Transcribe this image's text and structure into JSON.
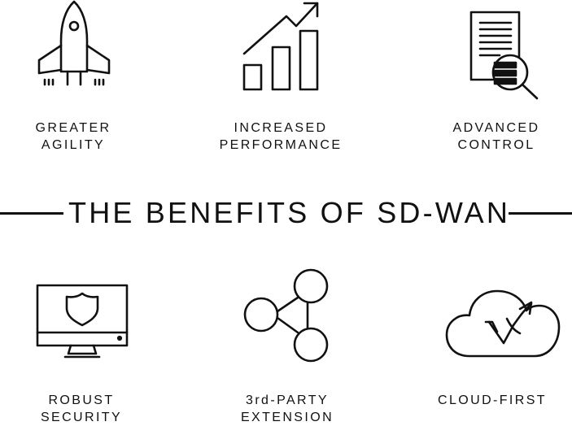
{
  "banner": {
    "title": "THE BENEFITS OF SD-WAN"
  },
  "benefits": [
    {
      "icon": "rocket-icon",
      "line1": "GREATER",
      "line2": "AGILITY"
    },
    {
      "icon": "growth-chart-icon",
      "line1": "INCREASED",
      "line2": "PERFORMANCE"
    },
    {
      "icon": "document-search-icon",
      "line1": "ADVANCED",
      "line2": "CONTROL"
    },
    {
      "icon": "shield-monitor-icon",
      "line1": "ROBUST",
      "line2": "SECURITY"
    },
    {
      "icon": "share-nodes-icon",
      "line1": "3rd-PARTY",
      "line2": "EXTENSION"
    },
    {
      "icon": "cloud-check-icon",
      "line1": "CLOUD-FIRST",
      "line2": ""
    }
  ],
  "colors": {
    "ink": "#111111",
    "background": "#ffffff"
  }
}
